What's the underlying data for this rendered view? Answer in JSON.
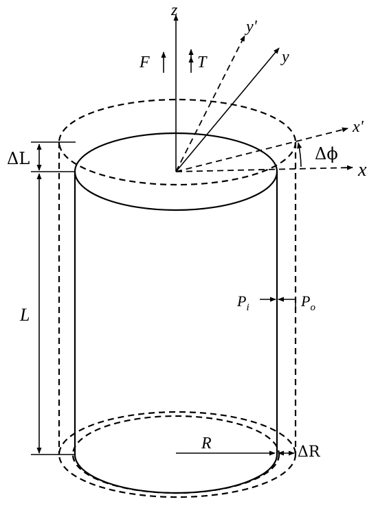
{
  "labels": {
    "z": "z",
    "y_prime": "y'",
    "y": "y",
    "x_prime": "x'",
    "x": "x",
    "F": "F",
    "T": "T",
    "delta_L": "ΔL",
    "L": "L",
    "delta_phi": "Δϕ",
    "P_i": "P",
    "P_i_sub": "i",
    "P_o": "P",
    "P_o_sub": "o",
    "R": "R",
    "delta_R": "ΔR"
  }
}
